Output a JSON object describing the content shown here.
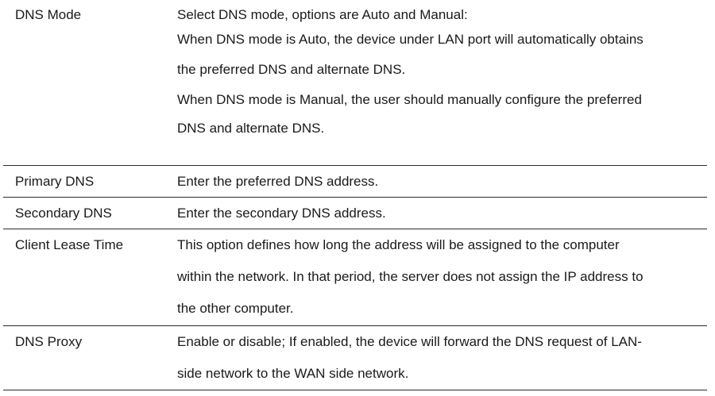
{
  "rows": [
    {
      "name": "DNS Mode",
      "paragraphs": [
        [
          "Select DNS mode, options are Auto and  Manual:"
        ],
        [
          "When DNS mode is Auto, the device under LAN port will automatically obtains",
          "the preferred DNS and alternate  DNS."
        ],
        [
          "When DNS mode is Manual, the user should manually configure the preferred",
          "DNS and alternate DNS."
        ]
      ]
    },
    {
      "name": "Primary DNS",
      "paragraphs": [
        [
          "Enter the preferred DNS address."
        ]
      ]
    },
    {
      "name": "Secondary DNS",
      "paragraphs": [
        [
          "Enter the secondary DNS  address."
        ]
      ]
    },
    {
      "name": "Client Lease Time",
      "paragraphs": [
        [
          "This option defines how long the address will be assigned to the computer",
          "within the network. In that period, the server does not assign the IP address to",
          "the other computer."
        ]
      ]
    },
    {
      "name": "DNS Proxy",
      "paragraphs": [
        [
          "Enable or disable; If enabled, the device will forward the DNS request of LAN-",
          "side network to the WAN side network."
        ]
      ]
    }
  ]
}
